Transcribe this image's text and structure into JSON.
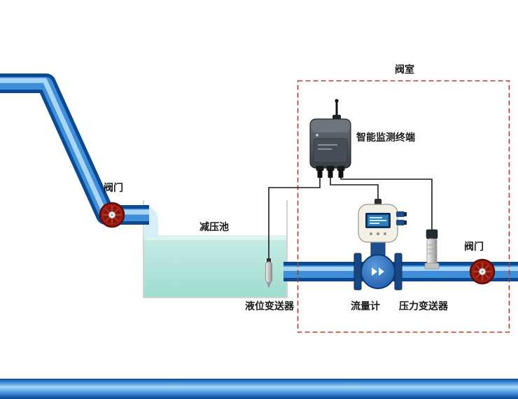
{
  "labels": {
    "valve_room": "阀室",
    "terminal": "智能监测终端",
    "tank": "减压池",
    "valve_left": "阀门",
    "valve_right": "阀门",
    "level_transmitter": "液位变送器",
    "flow_meter": "流量计",
    "pressure_transmitter": "压力变送器"
  },
  "colors": {
    "pipe_blue_dark": "#0b4a93",
    "pipe_blue_mid": "#3f8ed9",
    "pipe_blue_light": "#a8d6f4",
    "water_mint": "#aee3d8",
    "valve_red": "#9c1d12",
    "boundary_red": "#b4392b",
    "terminal_gray": "#4a5157"
  }
}
